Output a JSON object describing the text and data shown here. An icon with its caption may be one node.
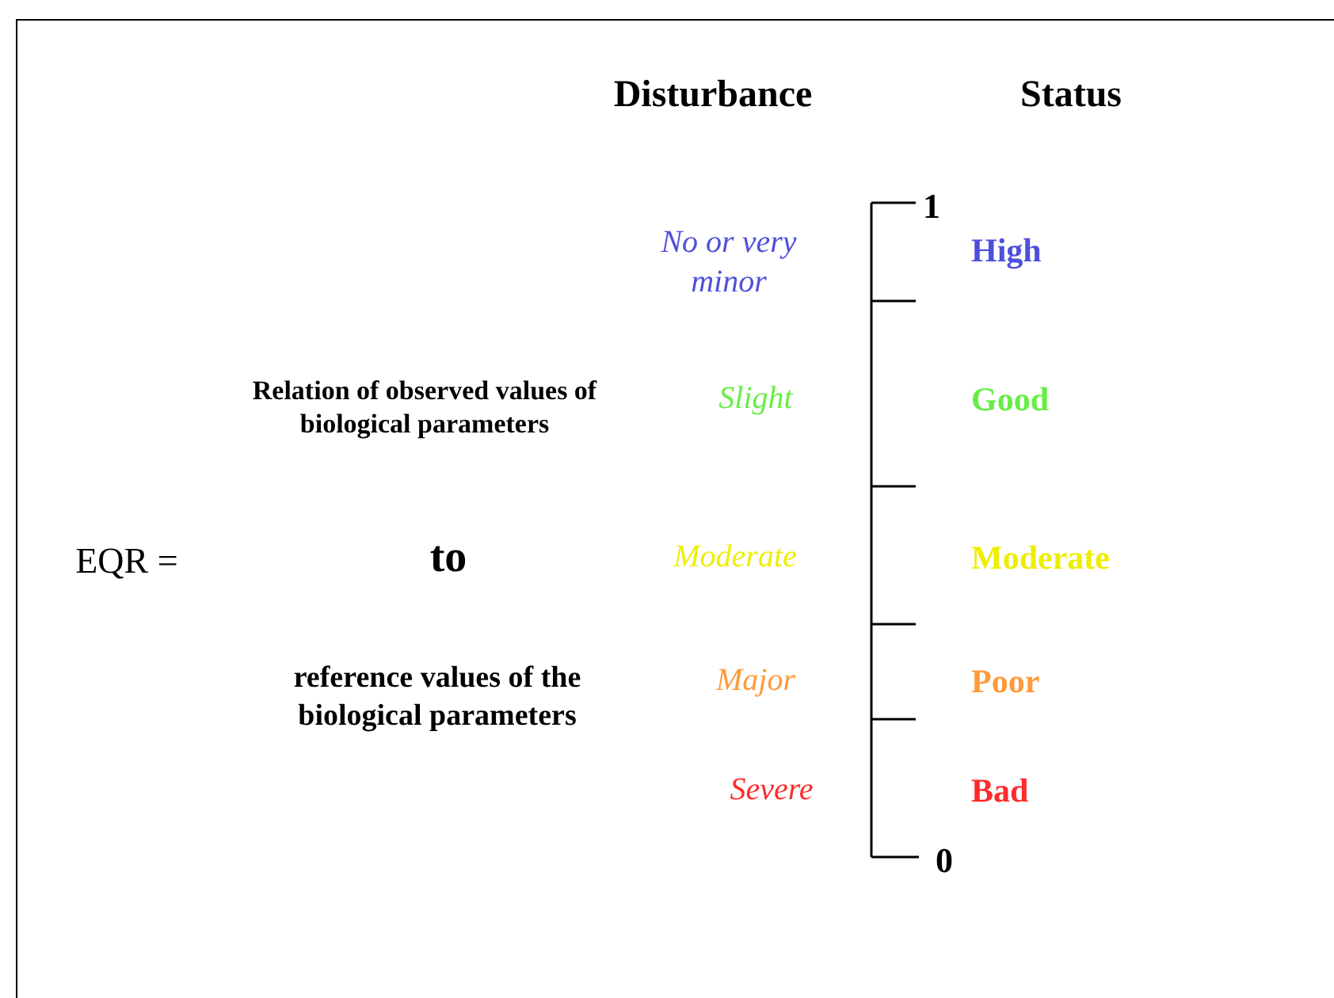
{
  "diagram": {
    "labels": [
      "Disturbance",
      "Status",
      "1",
      "No or very minor",
      "High",
      "Relation of observed values of biological parameters",
      "Slight",
      "Good",
      "EQR =",
      "to",
      "Moderate",
      "Moderate",
      "reference values of the biological parameters",
      "Major",
      "Poor",
      "Severe",
      "Bad",
      "0"
    ]
  }
}
